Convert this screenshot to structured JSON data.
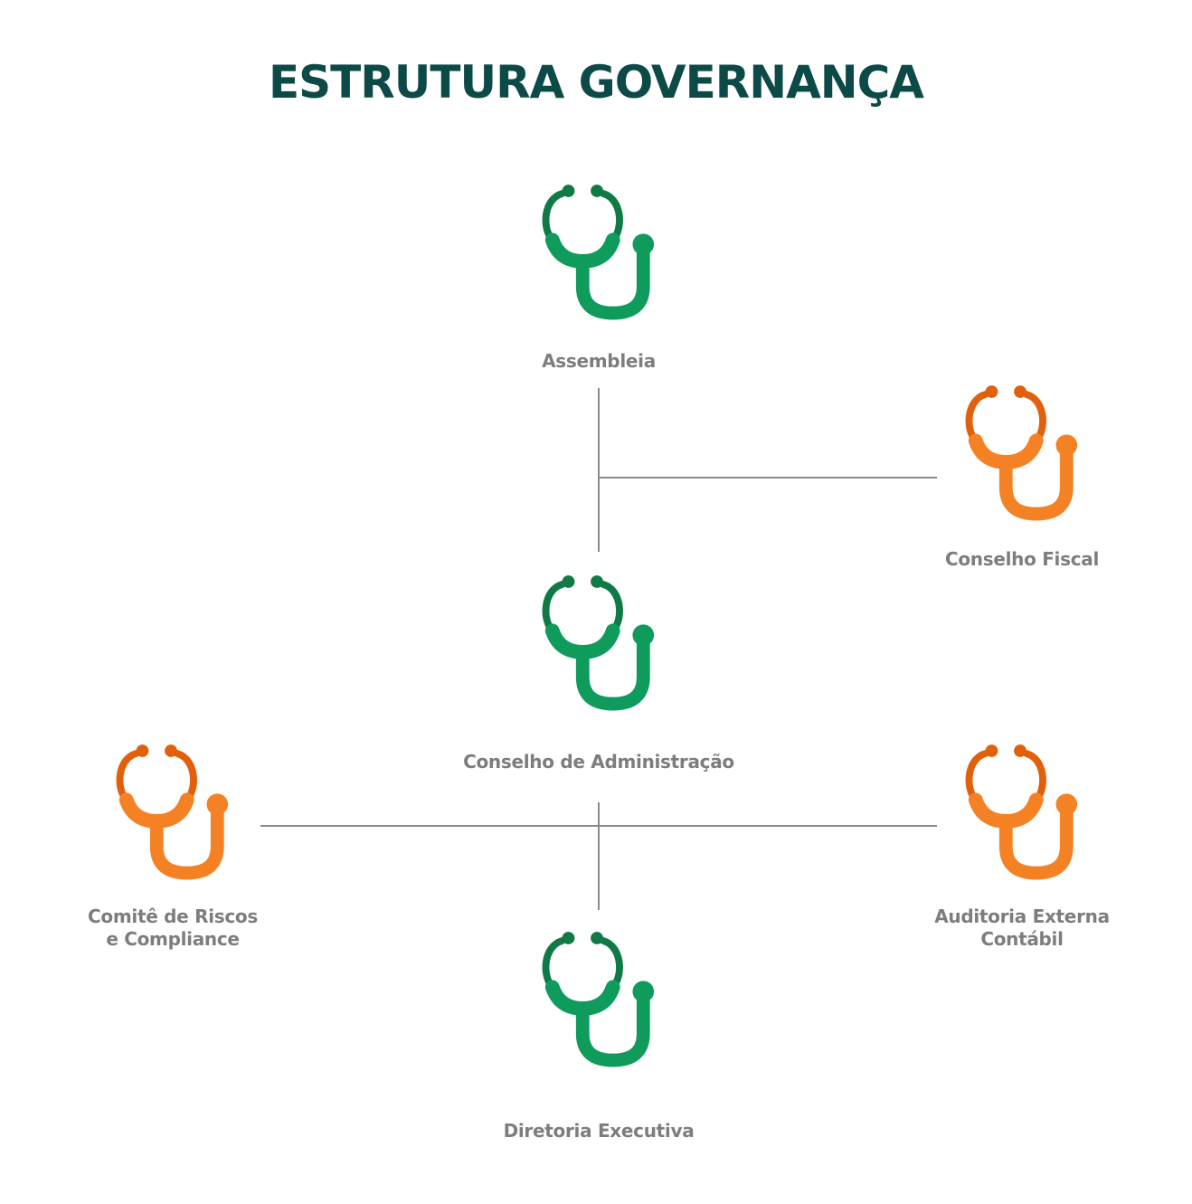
{
  "title": "ESTRUTURA GOVERNANÇA",
  "colors": {
    "title": "#0b4a47",
    "green_dark": "#0f7a45",
    "green": "#0f9b5c",
    "orange_dark": "#e0600c",
    "orange": "#f58125",
    "line": "#8a8a8a",
    "label": "#7d7d7d"
  },
  "nodes": {
    "assembleia": {
      "label": "Assembleia",
      "icon": "stethoscope-icon"
    },
    "conselho_fiscal": {
      "label": "Conselho Fiscal",
      "icon": "stethoscope-icon"
    },
    "conselho_administracao": {
      "label": "Conselho de Administração",
      "icon": "stethoscope-icon"
    },
    "comite_riscos": {
      "label_line1": "Comitê de Riscos",
      "label_line2": "e Compliance",
      "icon": "stethoscope-icon"
    },
    "auditoria": {
      "label_line1": "Auditoria Externa",
      "label_line2": "Contábil",
      "icon": "stethoscope-icon"
    },
    "diretoria": {
      "label": "Diretoria Executiva",
      "icon": "stethoscope-icon"
    }
  }
}
